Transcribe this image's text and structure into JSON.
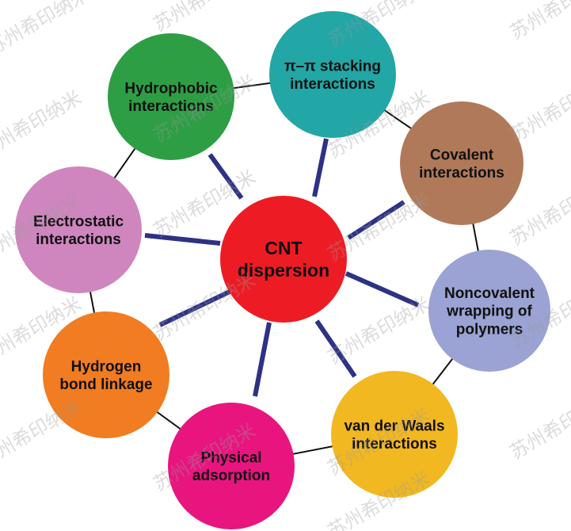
{
  "center": {
    "label_lines": [
      "CNT",
      "dispersion"
    ],
    "color": "#ed1c24"
  },
  "nodes": [
    {
      "id": "hydrophobic",
      "label_lines": [
        "Hydrophobic",
        "interactions"
      ],
      "color": "#2e9e45"
    },
    {
      "id": "pi-pi",
      "label_lines": [
        "π–π  stacking",
        "interactions"
      ],
      "color": "#22a6a6"
    },
    {
      "id": "covalent",
      "label_lines": [
        "Covalent",
        "interactions"
      ],
      "color": "#b07a5a"
    },
    {
      "id": "noncovalent",
      "label_lines": [
        "Noncovalent",
        "wrapping of",
        "polymers"
      ],
      "color": "#9aa3d3"
    },
    {
      "id": "van-der-waals",
      "label_lines": [
        "van der Waals",
        "interactions"
      ],
      "color": "#f2b821"
    },
    {
      "id": "physical-adsorption",
      "label_lines": [
        "Physical",
        "adsorption"
      ],
      "color": "#e8157f"
    },
    {
      "id": "hydrogen-bond",
      "label_lines": [
        "Hydrogen",
        "bond linkage"
      ],
      "color": "#f17c21"
    },
    {
      "id": "electrostatic",
      "label_lines": [
        "Electrostatic",
        "interactions"
      ],
      "color": "#cf86bf"
    }
  ],
  "connector_color": "#2e3284",
  "ring_color": "#111111",
  "watermark": "苏州希印纳米"
}
